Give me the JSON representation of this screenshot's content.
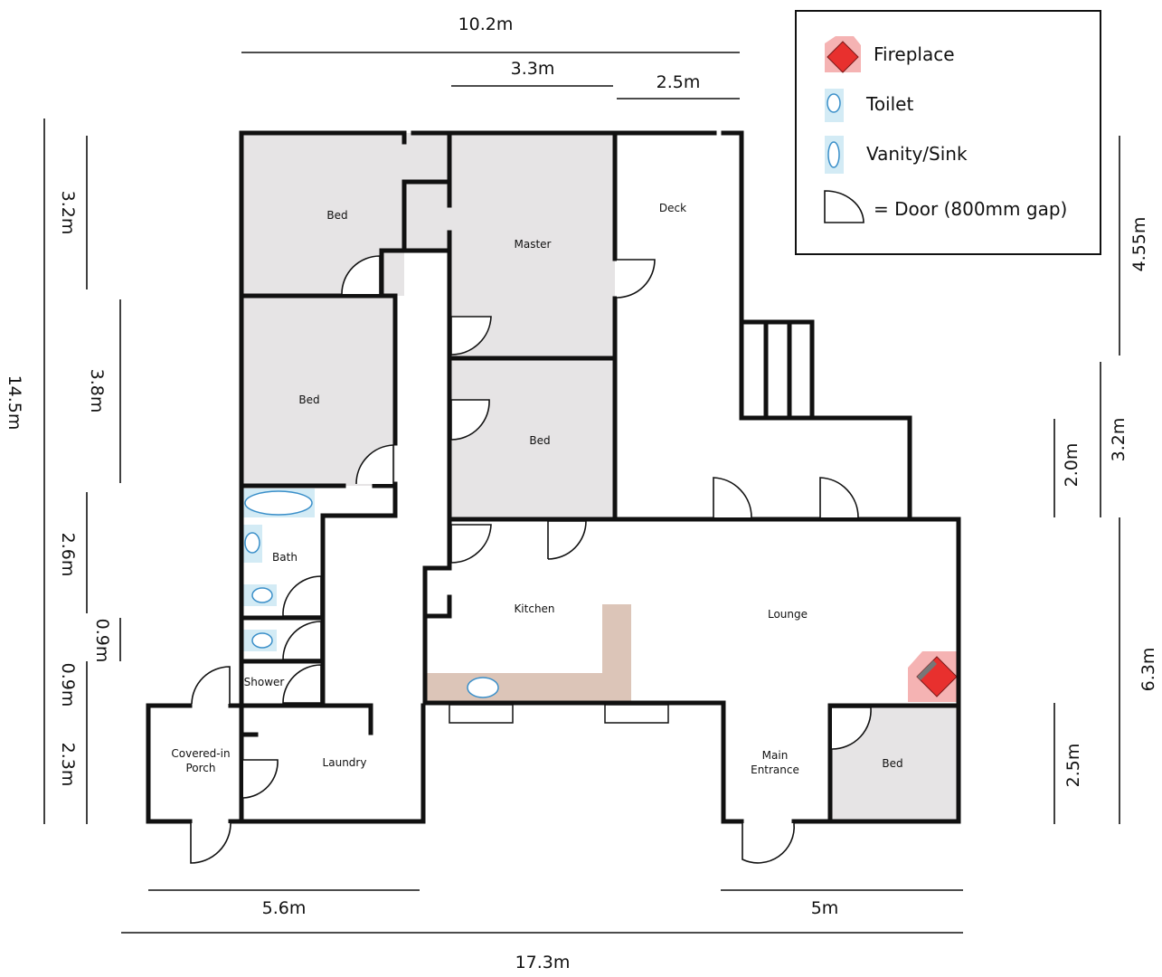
{
  "legend": {
    "fireplace": "Fireplace",
    "toilet": "Toilet",
    "vanity": "Vanity/Sink",
    "door": "= Door  (800mm gap)"
  },
  "rooms": {
    "bed_top_left": "Bed",
    "master": "Master",
    "deck": "Deck",
    "bed_left": "Bed",
    "bed_center": "Bed",
    "bath": "Bath",
    "shower": "Shower",
    "kitchen": "Kitchen",
    "lounge": "Lounge",
    "porch_line1": "Covered-in",
    "porch_line2": "Porch",
    "laundry": "Laundry",
    "entrance_line1": "Main",
    "entrance_line2": "Entrance",
    "bed_right": "Bed"
  },
  "dimensions": {
    "top_total": "10.2m",
    "top_master": "3.3m",
    "top_deck": "2.5m",
    "left_total": "14.5m",
    "left_1": "3.2m",
    "left_2": "3.8m",
    "left_3": "2.6m",
    "left_4": "0.9m",
    "left_5": "0.9m",
    "left_6": "2.3m",
    "right_1": "4.55m",
    "right_2": "3.2m",
    "right_3": "2.0m",
    "right_4": "6.3m",
    "right_5": "2.5m",
    "bottom_left": "5.6m",
    "bottom_right": "5m",
    "bottom_total": "17.3m"
  },
  "colors": {
    "room_fill": "#e6e4e5",
    "bench_fill": "#dcc5b8",
    "fixture_fill": "#d3ebf5",
    "fixture_stroke": "#3a8fc9",
    "fireplace_back": "#f5b3b3",
    "fireplace_red": "#e8302e",
    "wall": "#111111"
  }
}
